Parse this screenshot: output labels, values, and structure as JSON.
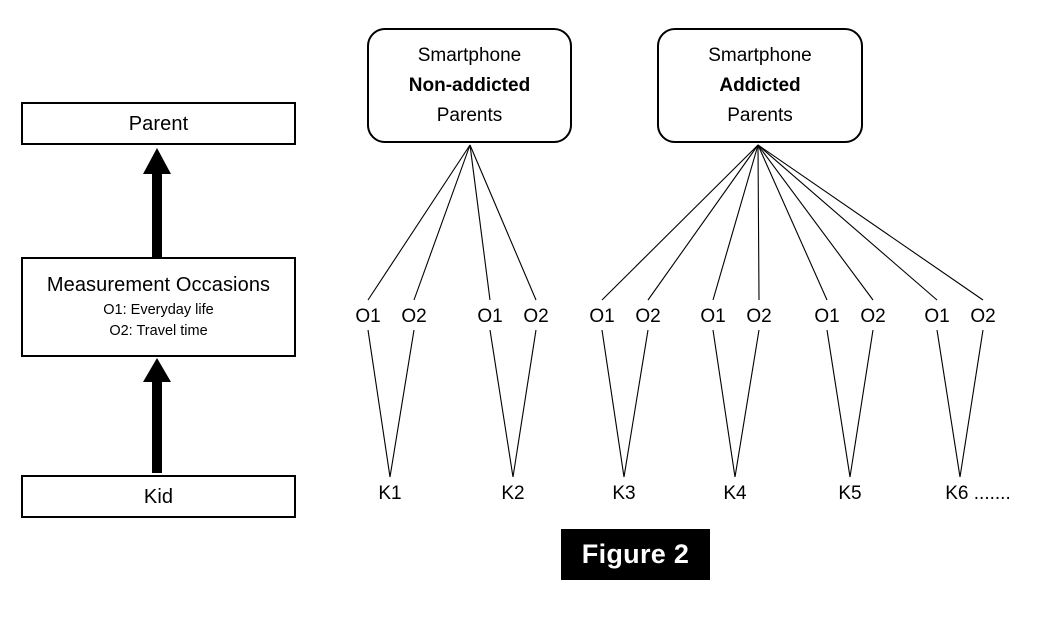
{
  "figure": {
    "caption": "Figure 2",
    "caption_bg": "#000000",
    "caption_fg": "#ffffff",
    "line_color": "#000000",
    "box_fill": "#ffffff"
  },
  "left_panel": {
    "parent_box": {
      "title": "Parent"
    },
    "measurement_box": {
      "title": "Measurement Occasions",
      "sub1": "O1: Everyday life",
      "sub2": "O2: Travel time"
    },
    "kid_box": {
      "title": "Kid"
    },
    "arrows": [
      {
        "from": "Kid",
        "to": "Measurement Occasions"
      },
      {
        "from": "Measurement Occasions",
        "to": "Parent"
      }
    ]
  },
  "right_panel": {
    "groups": [
      {
        "line1": "Smartphone",
        "line2": "Non-addicted",
        "line3": "Parents",
        "occasions": [
          "O1",
          "O2",
          "O1",
          "O2"
        ],
        "kids": [
          "K1",
          "K2"
        ]
      },
      {
        "line1": "Smartphone",
        "line2": "Addicted",
        "line3": "Parents",
        "occasions": [
          "O1",
          "O2",
          "O1",
          "O2",
          "O1",
          "O2",
          "O1",
          "O2"
        ],
        "kids": [
          "K3",
          "K4",
          "K5",
          "K6 ......."
        ]
      }
    ]
  }
}
